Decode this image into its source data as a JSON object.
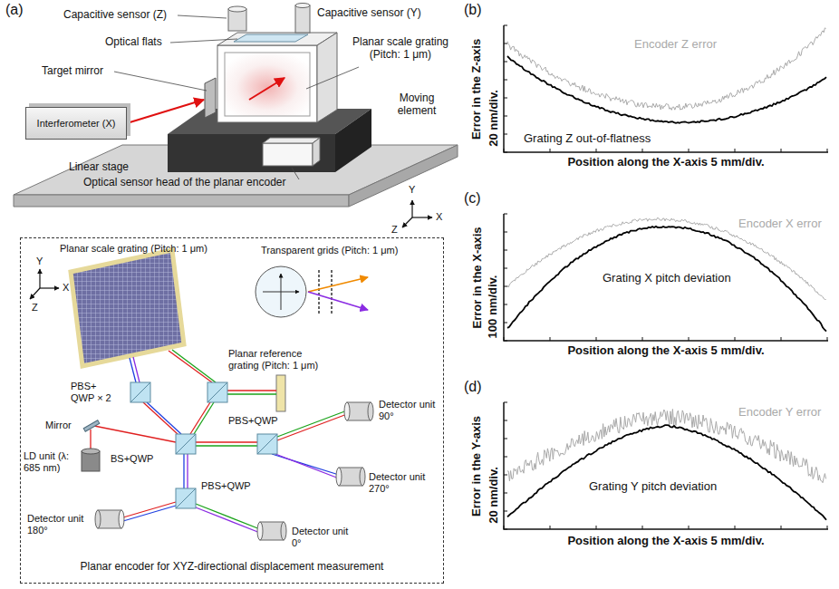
{
  "diagram": {
    "nodes": [
      {
        "text": [
          "Interferometer (X)"
        ]
      },
      {
        "text": [
          "Planar encoder for XYZ-directional displacement measurement"
        ]
      }
    ],
    "labels": [
      "(a)",
      "Capacitive sensor (Z)",
      "Capacitive sensor (Y)",
      "Optical flats",
      "Target mirror",
      "Planar scale grating (Pitch: 1 μm)",
      "Moving element",
      "Linear stage",
      "Optical sensor head of the planar encoder",
      "Y",
      "X",
      "Z",
      "Planar scale grating (Pitch: 1 μm)",
      "Y",
      "X",
      "Z",
      "Transparent grids (Pitch: 1 μm)",
      "PBS+ QWP × 2",
      "Planar reference grating (Pitch: 1 μm)",
      "Mirror",
      "Detector unit 90°",
      "LD unit (λ: 685 nm)",
      "Detector unit 270°",
      "PBS+QWP",
      "BS+QWP",
      "PBS+QWP",
      "Detector unit 180°",
      "Detector unit 0°",
      "(b)",
      "Error in the Z-axis",
      "20 nm/div.",
      "Encoder Z error",
      "Grating Z out-of-flatness",
      "Position along the X-axis 5 mm/div.",
      "(c)",
      "Error in the X-axis",
      "100 nm/div.",
      "Encoder X error",
      "Grating X pitch deviation",
      "Position along the X-axis 5 mm/div.",
      "(d)",
      "Error in the Y-axis",
      "20 nm/div.",
      "Encoder Y error",
      "Grating Y pitch deviation",
      "Position along the X-axis 5 mm/div."
    ]
  }
}
